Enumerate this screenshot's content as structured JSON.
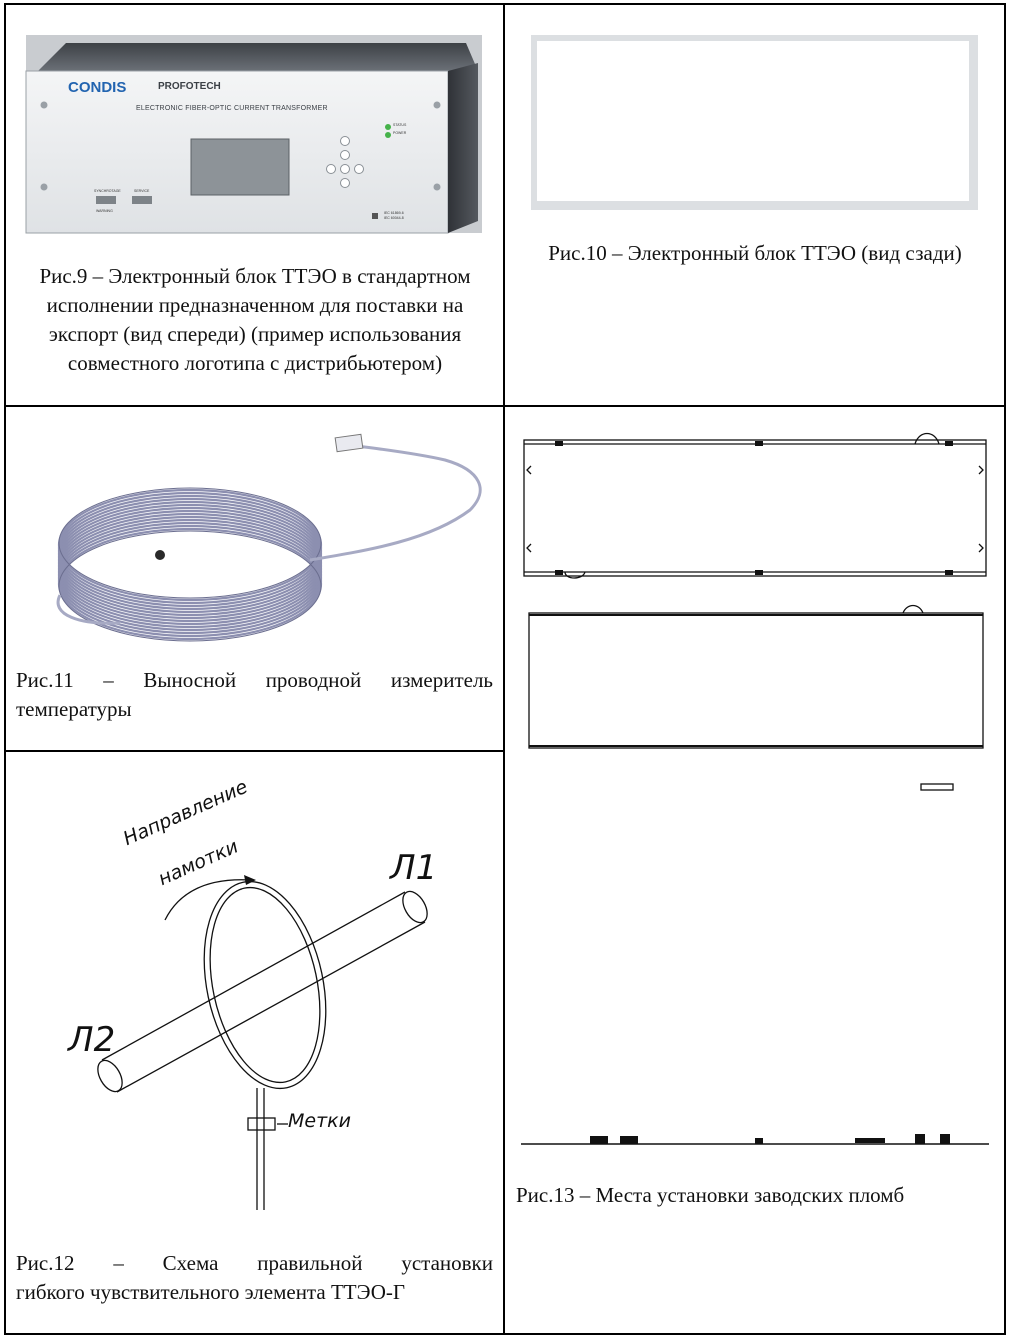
{
  "fig9": {
    "device": {
      "brand_condis": "CONDIS",
      "brand_profotech": "PROFOTECH",
      "title": "ELECTRONIC FIBER-OPTIC CURRENT TRANSFORMER",
      "led_status": "STATUS",
      "led_power": "POWER",
      "port1": "SYNCHROTAGE",
      "port2": "SERVICE",
      "warning": "WARNING",
      "iec1": "IEC 61869-6",
      "iec2": "IEC 60044-8"
    },
    "caption": "Рис.9 – Электронный блок ТТЭО в стандартном исполнении предназначенном для поставки на экспорт (вид спереди) (пример использования совместного логотипа с дистрибьютером)"
  },
  "fig10": {
    "caption": "Рис.10 – Электронный блок ТТЭО (вид сзади)"
  },
  "fig11": {
    "caption_line1": "Рис.11 – Выносной проводной измеритель",
    "caption_line2": "температуры"
  },
  "fig12": {
    "label_direction1": "Направление",
    "label_direction2": "намотки",
    "label_l1": "Л1",
    "label_l2": "Л2",
    "label_marks": "Метки",
    "caption_line1": "Рис.12 – Схема правильной установки",
    "caption_line2": "гибкого чувствительного элемента ТТЭО-Г"
  },
  "fig13": {
    "caption": "Рис.13 – Места установки заводских пломб"
  }
}
